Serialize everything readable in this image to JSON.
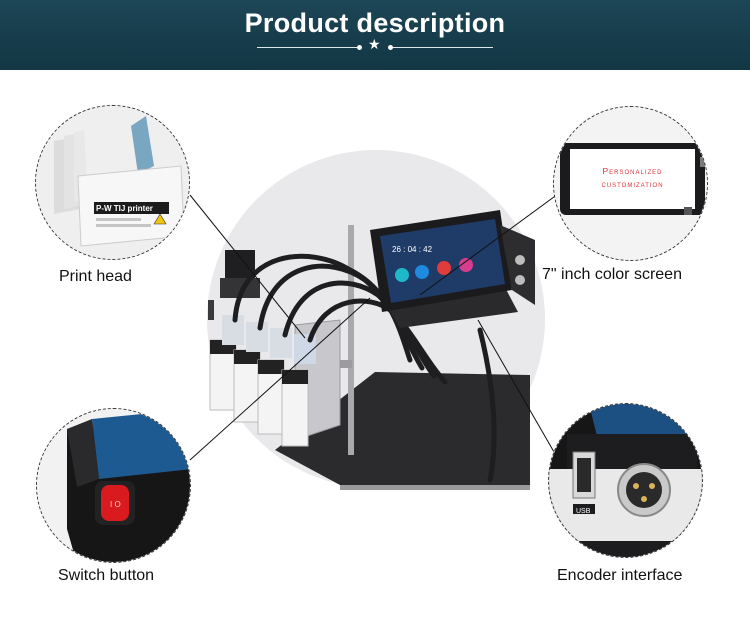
{
  "header": {
    "title": "Product description",
    "ornament_icon": "star-icon"
  },
  "callouts": {
    "print_head": "Print head",
    "color_screen": "7\" inch color screen",
    "switch_button": "Switch button",
    "encoder_interface": "Encoder interface"
  },
  "print_head_photo": {
    "brand_label": "P-W  TIJ printer"
  },
  "screen_photo": {
    "line1": "Personalized",
    "line2": "customization"
  },
  "printer_screen": {
    "time": "26 : 04 : 42"
  },
  "encoder_photo": {
    "usb_label": "USB"
  },
  "colors": {
    "header_bg": "#1b4352",
    "screen_text_red": "#e0303a",
    "switch_red": "#d91a1f"
  }
}
